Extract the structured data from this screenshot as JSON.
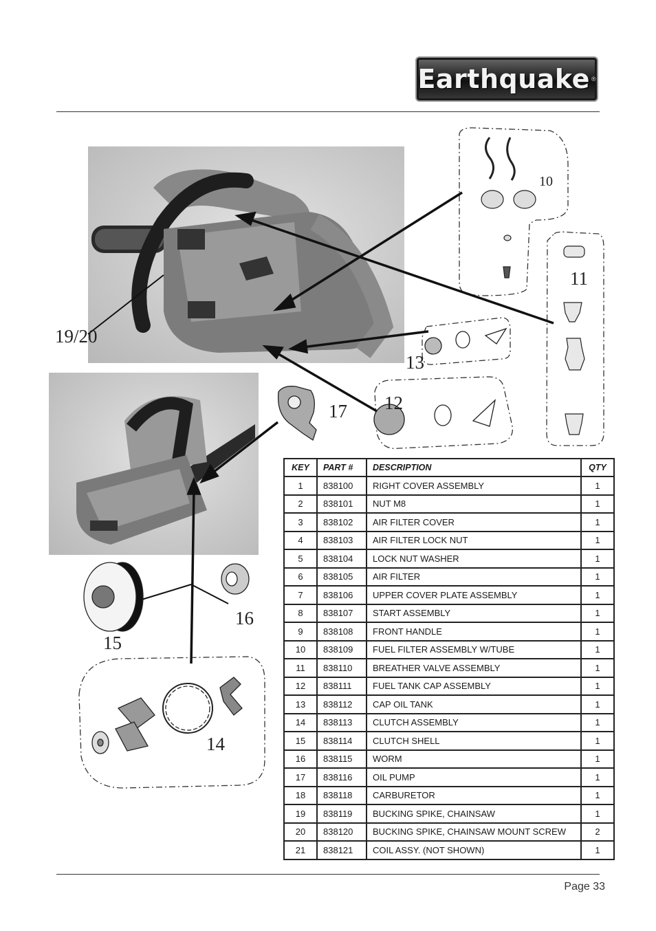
{
  "brand": {
    "logo_text": "Earthquake",
    "registered": "®"
  },
  "page": {
    "number_label": "Page 33"
  },
  "callouts": [
    "10",
    "11",
    "19/20",
    "13",
    "12",
    "17",
    "16",
    "15",
    "14"
  ],
  "table": {
    "headers": [
      "KEY",
      "PART #",
      "DESCRIPTION",
      "QTY"
    ],
    "rows": [
      [
        "1",
        "838100",
        "RIGHT COVER ASSEMBLY",
        "1"
      ],
      [
        "2",
        "838101",
        "NUT M8",
        "1"
      ],
      [
        "3",
        "838102",
        "AIR FILTER COVER",
        "1"
      ],
      [
        "4",
        "838103",
        "AIR FILTER LOCK NUT",
        "1"
      ],
      [
        "5",
        "838104",
        "LOCK NUT WASHER",
        "1"
      ],
      [
        "6",
        "838105",
        "AIR FILTER",
        "1"
      ],
      [
        "7",
        "838106",
        "UPPER COVER PLATE ASSEMBLY",
        "1"
      ],
      [
        "8",
        "838107",
        "START ASSEMBLY",
        "1"
      ],
      [
        "9",
        "838108",
        "FRONT HANDLE",
        "1"
      ],
      [
        "10",
        "838109",
        "FUEL FILTER ASSEMBLY W/TUBE",
        "1"
      ],
      [
        "11",
        "838110",
        "BREATHER VALVE ASSEMBLY",
        "1"
      ],
      [
        "12",
        "838111",
        "FUEL TANK CAP ASSEMBLY",
        "1"
      ],
      [
        "13",
        "838112",
        "CAP OIL TANK",
        "1"
      ],
      [
        "14",
        "838113",
        "CLUTCH ASSEMBLY",
        "1"
      ],
      [
        "15",
        "838114",
        "CLUTCH SHELL",
        "1"
      ],
      [
        "16",
        "838115",
        "WORM",
        "1"
      ],
      [
        "17",
        "838116",
        "OIL PUMP",
        "1"
      ],
      [
        "18",
        "838118",
        "CARBURETOR",
        "1"
      ],
      [
        "19",
        "838119",
        "BUCKING SPIKE, CHAINSAW",
        "1"
      ],
      [
        "20",
        "838120",
        "BUCKING SPIKE, CHAINSAW MOUNT SCREW",
        "2"
      ],
      [
        "21",
        "838121",
        "COIL ASSY. (NOT SHOWN)",
        "1"
      ]
    ]
  }
}
